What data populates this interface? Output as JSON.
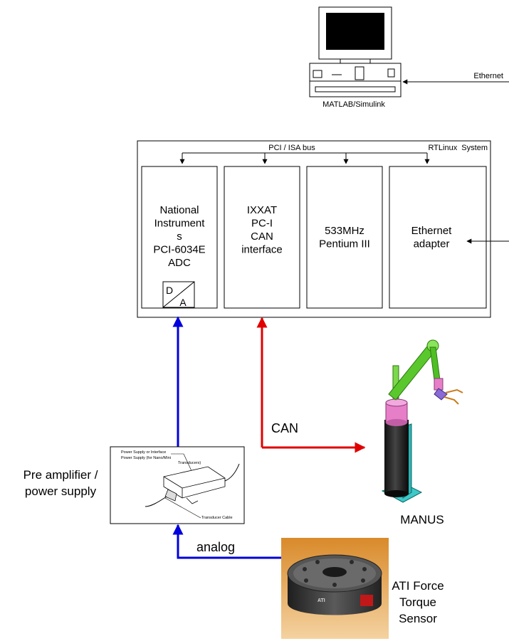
{
  "computer": {
    "caption": "MATLAB/Simulink",
    "link_label": "Ethernet"
  },
  "rtlinux_system": {
    "bus_label": "PCI / ISA bus",
    "system_label": "RTLinux  System",
    "modules": [
      {
        "lines": [
          "National",
          "Instrument",
          "s",
          "PCI-6034E",
          "ADC"
        ]
      },
      {
        "lines": [
          "IXXAT",
          "PC-I",
          "CAN",
          "interface"
        ]
      },
      {
        "lines": [
          "533MHz",
          "Pentium III"
        ]
      },
      {
        "lines": [
          "Ethernet",
          "adapter"
        ]
      }
    ],
    "da_converter": {
      "top": "D",
      "bottom": "A"
    }
  },
  "connections": {
    "can_label": "CAN",
    "analog_label": "analog",
    "colors": {
      "blue": "#0000dd",
      "red": "#e00000",
      "black": "#000000"
    }
  },
  "preamp": {
    "label_lines": [
      "Pre amplifier /",
      "power supply"
    ],
    "picture_callouts": [
      "Power Supply or Interface",
      "Power Supply (for Nano/Mini",
      "Transducers)",
      "Transducer Cable"
    ]
  },
  "robot": {
    "label": "MANUS"
  },
  "sensor": {
    "label_lines": [
      "ATI Force",
      "Torque",
      "Sensor"
    ],
    "logo_text": "ATI"
  }
}
